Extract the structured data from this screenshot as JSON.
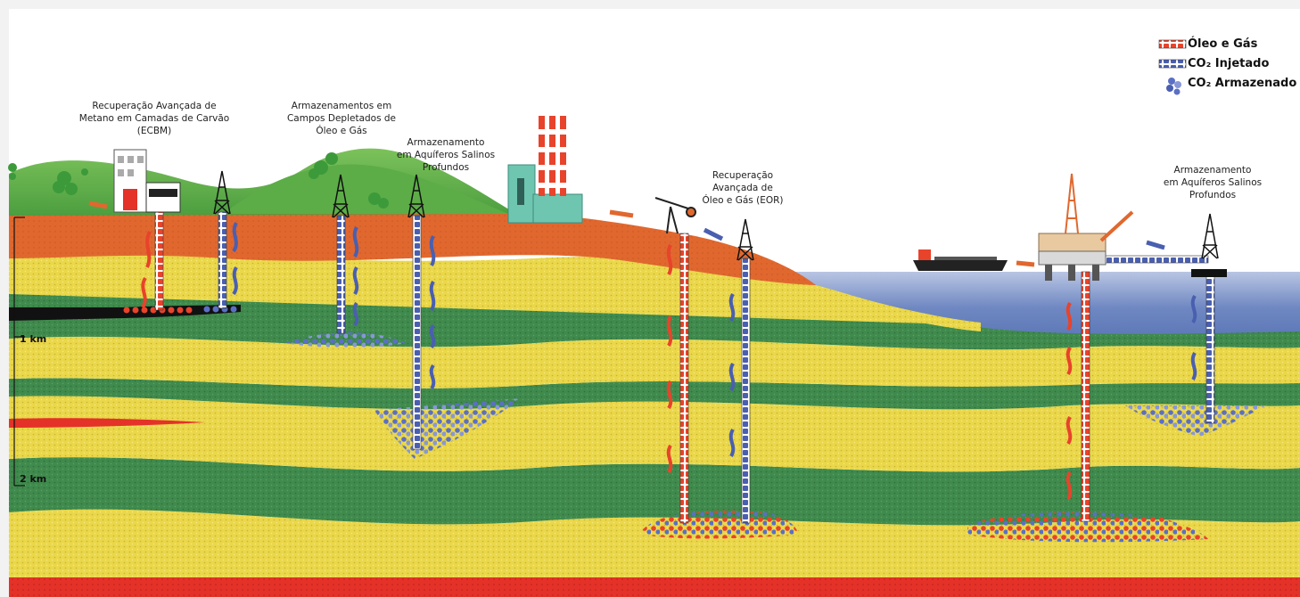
{
  "labels": {
    "ecbm": [
      "Recuperação Avançada de",
      "Metano em Camadas de Carvão",
      "(ECBM)"
    ],
    "depleted": [
      "Armazenamentos em",
      "Campos Depletados de",
      "Óleo e Gás"
    ],
    "aquifer_onshore": [
      "Armazenamento",
      "em Aquíferos Salinos",
      "Profundos"
    ],
    "eor": [
      "Recuperação",
      "Avançada de",
      "Óleo e Gás (EOR)"
    ],
    "aquifer_offshore": [
      "Armazenamento",
      "em Aquíferos Salinos",
      "Profundos"
    ]
  },
  "depth_scale": {
    "km1": "1 km",
    "km2": "2 km"
  },
  "legend": [
    {
      "label": "Óleo e Gás",
      "icon": "oil-gas-pipe-icon"
    },
    {
      "label": "CO₂ Injetado",
      "icon": "co2-injected-pipe-icon"
    },
    {
      "label": "CO₂ Armazenado",
      "icon": "co2-stored-bubbles-icon"
    }
  ],
  "colors": {
    "oil_gas": "#e8432b",
    "co2_injected": "#4a5fb0",
    "co2_stored": "#5b6fc4",
    "surface_rock": "#e0682f",
    "yellow_layer": "#ecd94a",
    "green_layer": "#3f8a4c",
    "grass": "#5fb14a",
    "sea": "#5a78b8",
    "magma": "#e43228"
  }
}
